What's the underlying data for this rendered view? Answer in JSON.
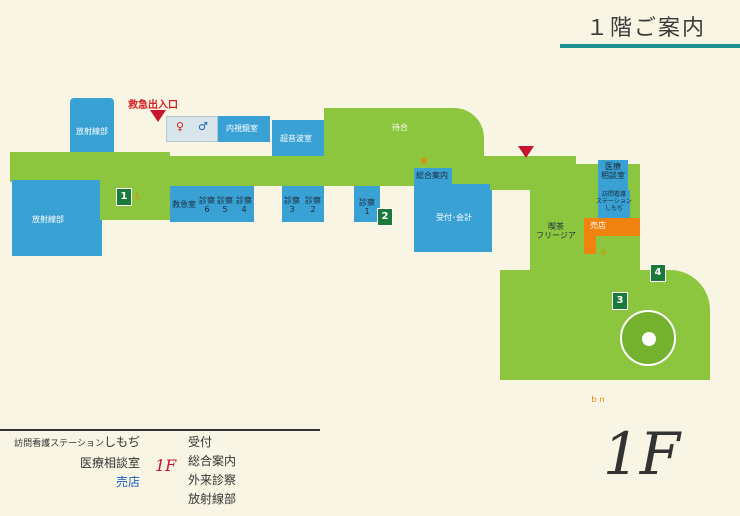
{
  "header": {
    "title": "１階ご案内"
  },
  "map": {
    "entrance_label": "救急出入口",
    "rooms": {
      "radiology_top": "放射線部",
      "radiology_left": "放射線部",
      "av_room": "内視鏡室",
      "ultrasound": "超音波室",
      "waiting": "待合",
      "emergency": "救急室",
      "exam6": "診察\n6",
      "exam5": "診察\n5",
      "exam4": "診察\n4",
      "exam3": "診察\n3",
      "exam2": "診察\n2",
      "exam1": "診察\n1",
      "info": "総合案内",
      "reception": "受付･会計",
      "medical_consult": "医療\n相談室",
      "visiting_station": "訪問看護\nステーション\nしもぢ",
      "shop": "売店",
      "cafe": "喫茶\nフリージア"
    },
    "elevators": [
      "1",
      "2",
      "3",
      "4"
    ],
    "north_label": "ｂｎ"
  },
  "legend": {
    "left": {
      "visiting_small": "訪問看護ステーション",
      "visiting_name": "しもぢ",
      "medical_consult": "医療相談室",
      "shop": "売店"
    },
    "floor_mark": "1F",
    "right": [
      "受付",
      "総合案内",
      "外来診察",
      "放射線部"
    ]
  },
  "floor_large": "1F",
  "colors": {
    "green": "#8cc63e",
    "blue": "#3aa1d5",
    "orange": "#f0820f",
    "accent_teal": "#1a9090",
    "red": "#c8142c"
  }
}
